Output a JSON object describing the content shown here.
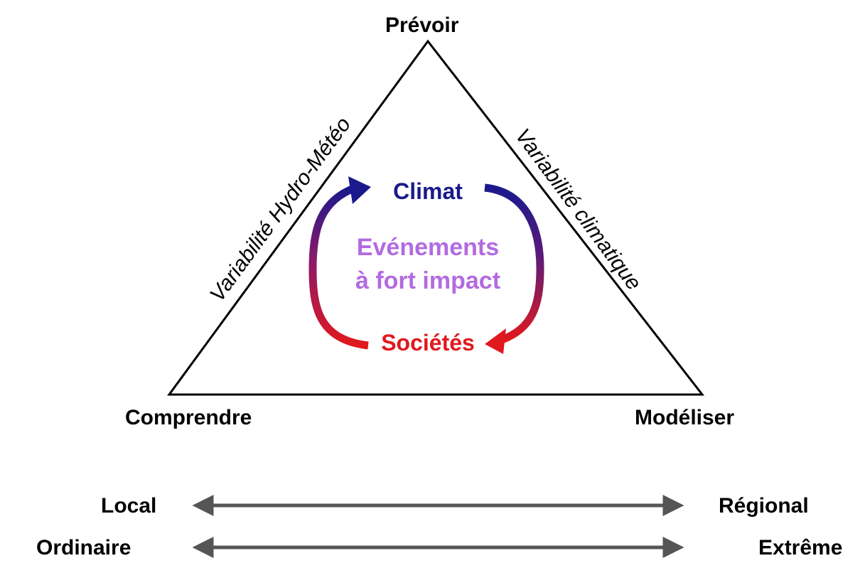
{
  "vertices": {
    "top": "Prévoir",
    "bottom_left": "Comprendre",
    "bottom_right": "Modéliser"
  },
  "edges": {
    "left": "Variabilité Hydro-Météo",
    "right": "Variabilité climatique"
  },
  "cycle": {
    "top": "Climat",
    "center_line1": "Evénements",
    "center_line2": "à fort impact",
    "bottom": "Sociétés"
  },
  "scales": [
    {
      "left": "Local",
      "right": "Régional"
    },
    {
      "left": "Ordinaire",
      "right": "Extrême"
    }
  ],
  "colors": {
    "climat": "#1a1a8c",
    "evenements": "#b36be0",
    "societes": "#e0191e",
    "arrow_gray": "#555555",
    "triangle": "#000000"
  }
}
